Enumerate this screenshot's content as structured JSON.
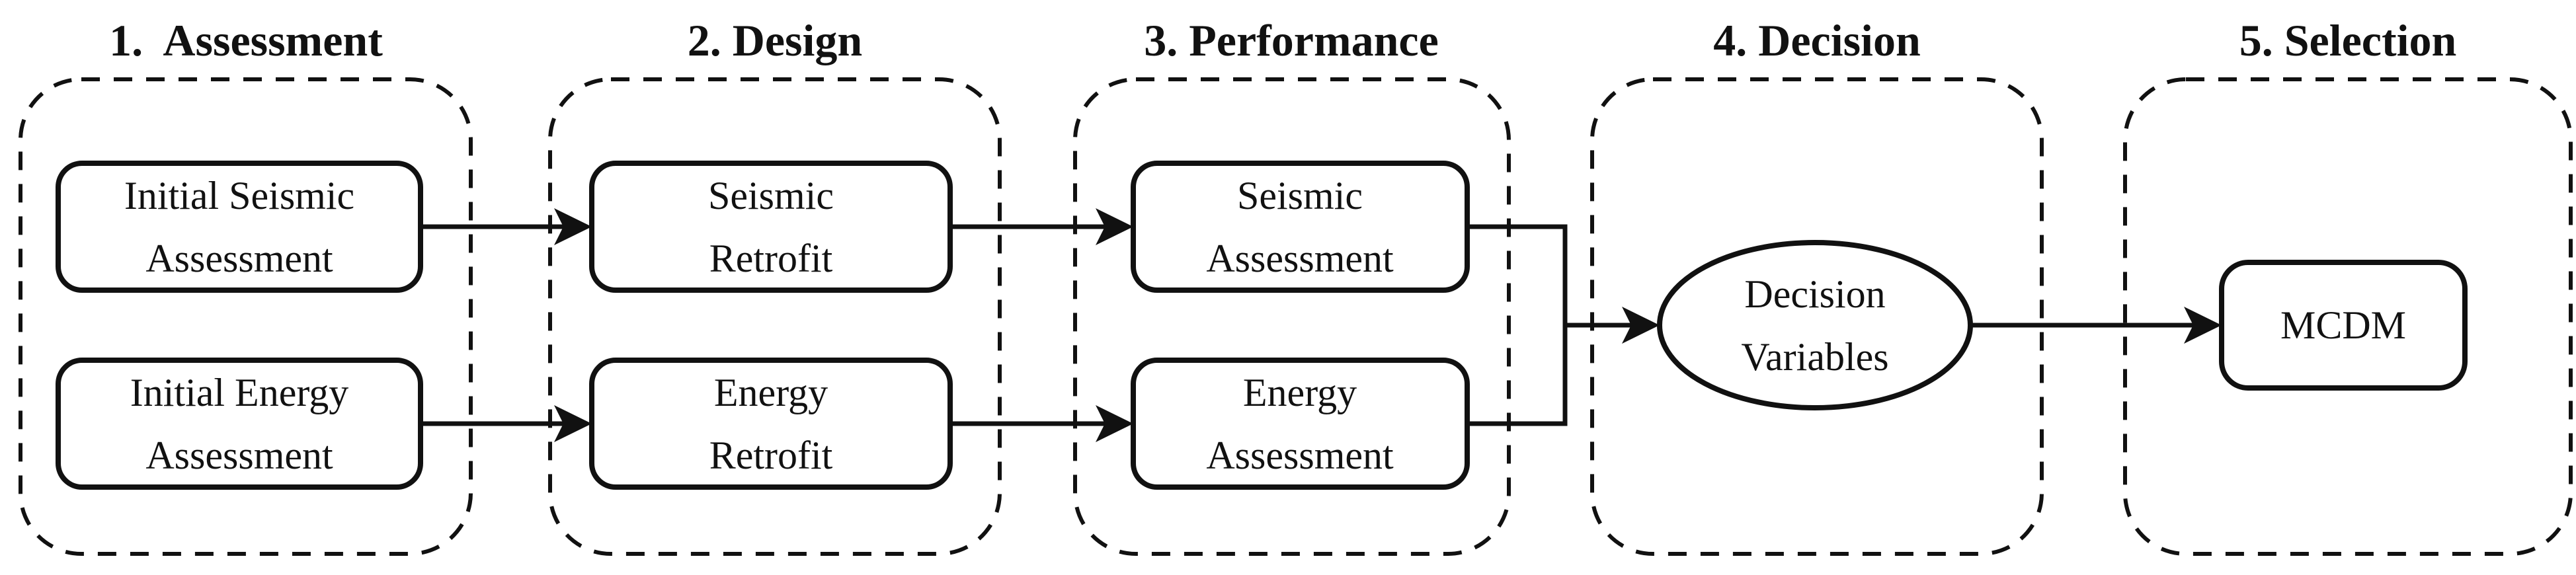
{
  "diagram": {
    "title_row": {
      "stage1": "1.  Assessment",
      "stage2": "2. Design",
      "stage3": "3. Performance",
      "stage4": "4. Decision",
      "stage5": "5. Selection"
    },
    "stages": [
      {
        "label": "1.  Assessment",
        "nodes": [
          {
            "shape": "rounded-rect",
            "line1": "Initial Seismic",
            "line2": "Assessment"
          },
          {
            "shape": "rounded-rect",
            "line1": "Initial Energy",
            "line2": "Assessment"
          }
        ]
      },
      {
        "label": "2. Design",
        "nodes": [
          {
            "shape": "rounded-rect",
            "line1": "Seismic",
            "line2": "Retrofit"
          },
          {
            "shape": "rounded-rect",
            "line1": "Energy",
            "line2": "Retrofit"
          }
        ]
      },
      {
        "label": "3. Performance",
        "nodes": [
          {
            "shape": "rounded-rect",
            "line1": "Seismic",
            "line2": "Assessment"
          },
          {
            "shape": "rounded-rect",
            "line1": "Energy",
            "line2": "Assessment"
          }
        ]
      },
      {
        "label": "4. Decision",
        "nodes": [
          {
            "shape": "ellipse",
            "line1": "Decision",
            "line2": "Variables"
          }
        ]
      },
      {
        "label": "5. Selection",
        "nodes": [
          {
            "shape": "rounded-rect",
            "line1": "MCDM"
          }
        ]
      }
    ],
    "flow": [
      "Initial Seismic Assessment -> Seismic Retrofit",
      "Initial Energy Assessment -> Energy Retrofit",
      "Seismic Retrofit -> Seismic Assessment",
      "Energy Retrofit -> Energy Assessment",
      "Seismic Assessment + Energy Assessment -> Decision Variables",
      "Decision Variables -> MCDM"
    ],
    "colors": {
      "ink": "#111111",
      "background": "#ffffff"
    }
  }
}
